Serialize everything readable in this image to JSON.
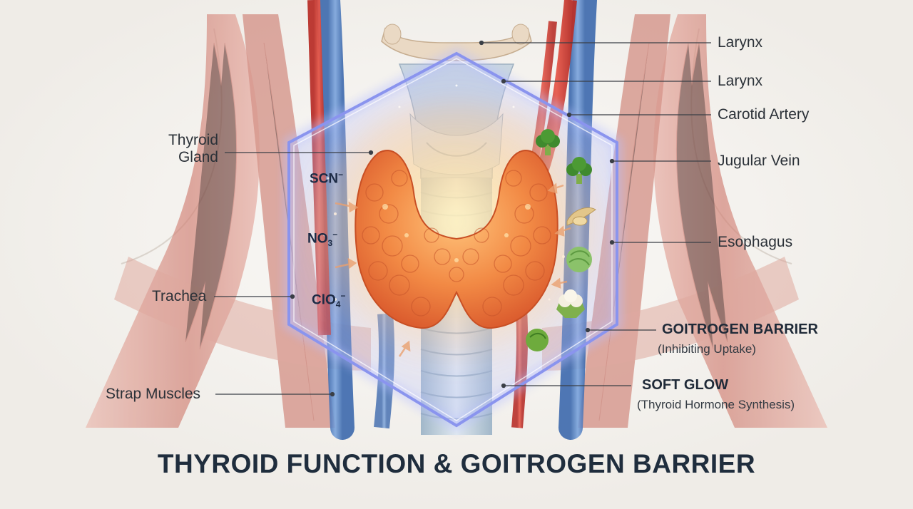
{
  "title": "THYROID FUNCTION & GOITROGEN BARRIER",
  "labels": {
    "larynx_top": "Larynx",
    "larynx": "Larynx",
    "carotid_artery": "Carotid Artery",
    "jugular_vein": "Jugular Vein",
    "esophagus": "Esophagus",
    "thyroid_line1": "Thyroid",
    "thyroid_line2": "Gland",
    "trachea": "Trachea",
    "strap_muscles": "Strap Muscles",
    "goitrogen_barrier": "GOITROGEN BARRIER",
    "goitrogen_barrier_sub": "(Inhibiting Uptake)",
    "soft_glow": "SOFT GLOW",
    "soft_glow_sub": "(Thyroid Hormone Synthesis)"
  },
  "ions": {
    "scn": {
      "base": "SCN",
      "sup": "−"
    },
    "no3": {
      "base": "NO",
      "sub": "3",
      "sup": "−"
    },
    "clo4": {
      "base": "ClO",
      "sub": "4",
      "sup": "−"
    }
  },
  "foods": [
    "broccoli-icon",
    "broccoli-icon",
    "soybean-icon",
    "cabbage-icon",
    "cauliflower-icon",
    "brussels-sprout-icon"
  ],
  "colors": {
    "artery": "#d9453a",
    "vein": "#4f7fc4",
    "muscle": "#cf7f73",
    "thyroid": "#f07b3a",
    "barrier": "#8a94ee"
  }
}
